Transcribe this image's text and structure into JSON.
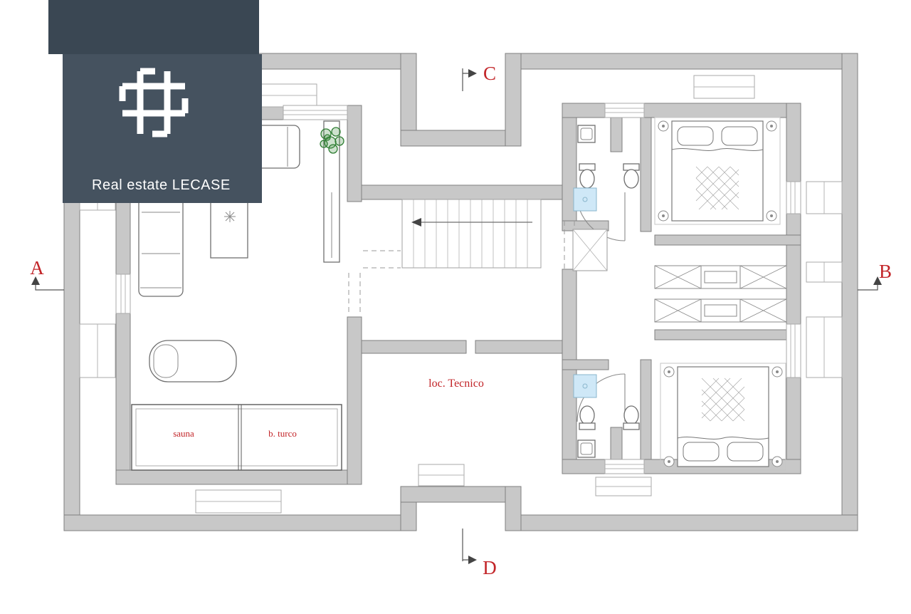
{
  "watermark": {
    "brand": "Real estate LECASE",
    "logo_icon": "lecase-meander-logo",
    "bg_color_top": "#3a4753",
    "bg_color_main": "#45525f",
    "text_color": "#ffffff"
  },
  "plan": {
    "section_markers": {
      "a": "A",
      "b": "B",
      "c": "C",
      "d": "D"
    },
    "room_labels": {
      "sauna": "sauna",
      "bagno_turco": "b. turco",
      "loc_tecnico": "loc. Tecnico"
    },
    "colors": {
      "wall_fill": "#c8c8c8",
      "wall_stroke": "#7f7f7f",
      "label_red": "#c22428",
      "shower_blue": "#cfe8f7",
      "plant_green": "#2e7d32",
      "background": "#ffffff"
    }
  }
}
